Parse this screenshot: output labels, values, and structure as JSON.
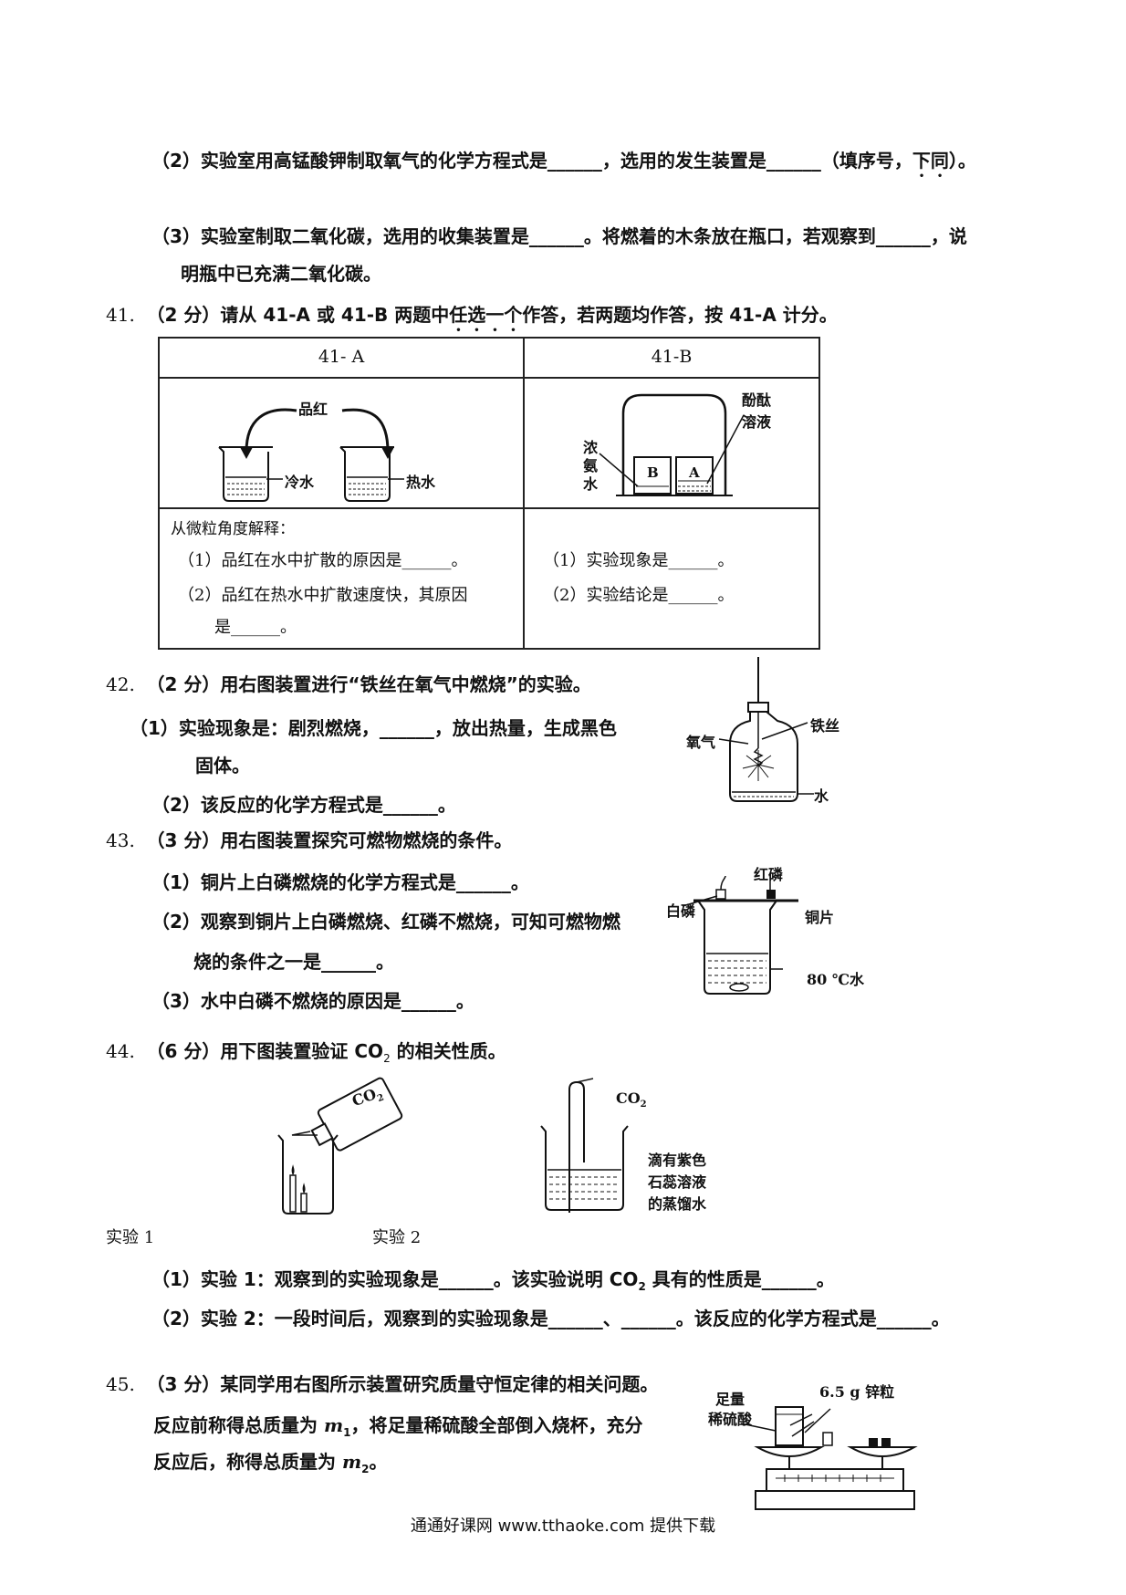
{
  "q40": {
    "p2": {
      "num": "（2）",
      "a": "实验室用高锰酸钾制取氧气的化学方程式是",
      "b": "，选用的发生装置是",
      "c": "（填序号，",
      "dotted": "下同",
      "d": "）。"
    },
    "p3": {
      "num": "（3）",
      "a": "实验室制取二氧化碳，选用的收集装置是",
      "b": "。将燃着的木条放在瓶口，若观察到",
      "c": "，说",
      "line2": "明瓶中已充满二氧化碳。"
    }
  },
  "q41": {
    "num": "41.",
    "score": "（2 分）",
    "a": "请从 41-A 或 41-B 两题中",
    "dotted": "任选一个",
    "b": "作答，若两题均作答，按 41-A 计分。",
    "colA": {
      "header": "41- A",
      "labels": {
        "pinhong": "品红",
        "cold": "冷水",
        "hot": "热水"
      },
      "intro": "从微粒角度解释：",
      "q1": "（1）品红在水中扩散的原因是",
      "q1end": "。",
      "q2": "（2）品红在热水中扩散速度快，其原因",
      "q2cont": "是",
      "q2end": "。"
    },
    "colB": {
      "header": "41-B",
      "labels": {
        "phen1": "酚酞",
        "phen2": "溶液",
        "am1": "浓",
        "am2": "氨",
        "am3": "水",
        "B": "B",
        "A": "A"
      },
      "q1": "（1）实验现象是",
      "q1end": "。",
      "q2": "（2）实验结论是",
      "q2end": "。"
    }
  },
  "q42": {
    "num": "42.",
    "score": "（2 分）",
    "text": "用右图装置进行“铁丝在氧气中燃烧”的实验。",
    "s1": "（1）实验现象是：剧烈燃烧，",
    "s1b": "，放出热量，生成黑色",
    "s1c": "固体。",
    "s2": "（2）该反应的化学方程式是",
    "s2b": "。",
    "labels": {
      "wire": "铁丝",
      "oxygen": "氧气",
      "water": "水"
    }
  },
  "q43": {
    "num": "43.",
    "score": "（3 分）",
    "text": "用右图装置探究可燃物燃烧的条件。",
    "s1": "（1）铜片上白磷燃烧的化学方程式是",
    "s1b": "。",
    "s2": "（2）观察到铜片上白磷燃烧、红磷不燃烧，可知可燃物燃",
    "s2c": "烧的条件之一是",
    "s2d": "。",
    "s3": "（3）水中白磷不燃烧的原因是",
    "s3b": "。",
    "labels": {
      "red": "红磷",
      "white": "白磷",
      "copper": "铜片",
      "water": "80 ℃水"
    }
  },
  "q44": {
    "num": "44.",
    "score": "（6 分）",
    "text": "用下图装置验证 CO",
    "sub": "2",
    "text2": " 的相关性质。",
    "exp1": "实验 1",
    "exp2": "实验 2",
    "labels": {
      "co2a": "CO",
      "co2b": "CO",
      "l1": "滴有紫色",
      "l2": "石蕊溶液",
      "l3": "的蒸馏水"
    },
    "s1a": "（1）实验 1：观察到的实验现象是",
    "s1b": "。该实验说明 CO",
    "s1c": " 具有的性质是",
    "s1d": "。",
    "s2a": "（2）实验 2：一段时间后，观察到的实验现象是",
    "s2b": "、",
    "s2c": "。该反应的化学方程式是",
    "s2d": "。"
  },
  "q45": {
    "num": "45.",
    "score": "（3 分）",
    "text": "某同学用右图所示装置研究质量守恒定律的相关问题。",
    "l1a": "反应前称得总质量为 ",
    "m1": "m",
    "s1": "1",
    "l1b": "，将足量稀硫酸全部倒入烧杯，充分",
    "l2a": "反应后，称得总质量为 ",
    "m2": "m",
    "s2": "2",
    "l2b": "。",
    "labels": {
      "zn": "6.5 g 锌粒",
      "acid1": "足量",
      "acid2": "稀硫酸"
    }
  },
  "blank": "______",
  "footer": "通通好课网  www.tthaoke.com  提供下载"
}
